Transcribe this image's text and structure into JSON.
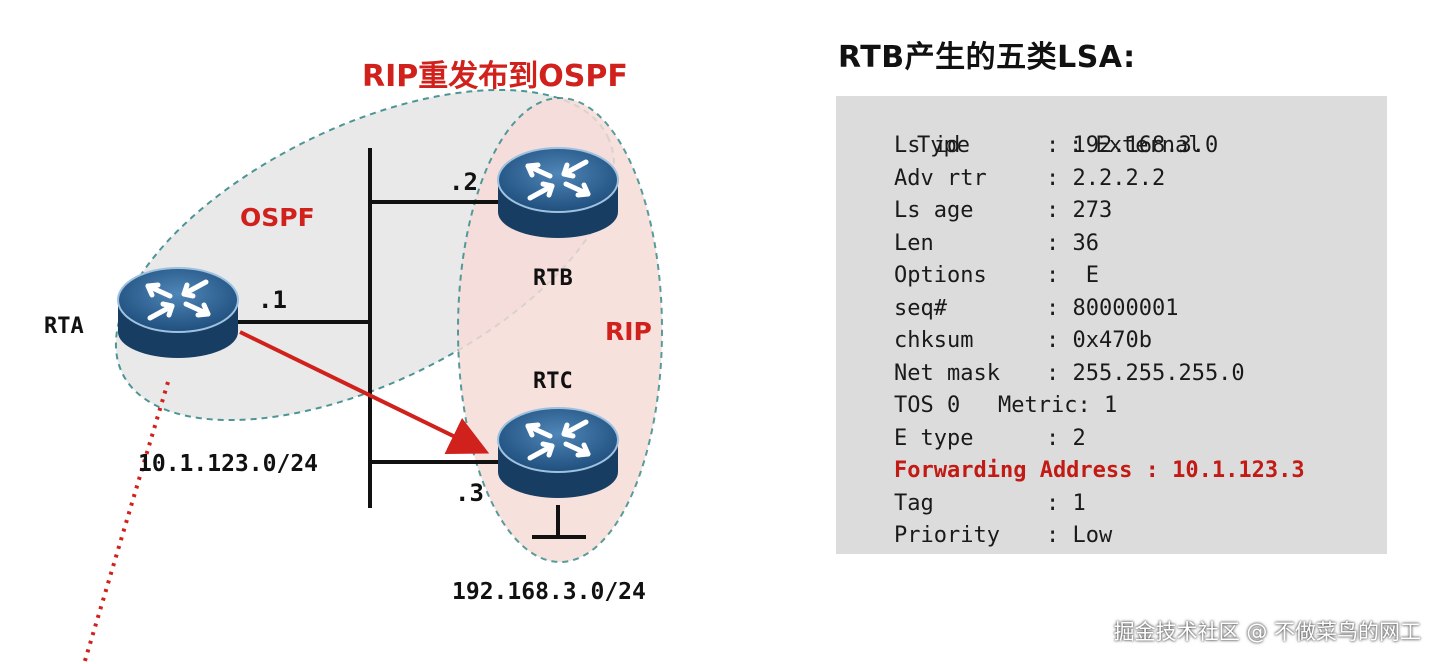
{
  "diagram": {
    "title": "RIP重发布到OSPF",
    "area_ospf": "OSPF",
    "area_rip": "RIP",
    "routers": {
      "rta": "RTA",
      "rtb": "RTB",
      "rtc": "RTC"
    },
    "interfaces": {
      "rta": ".1",
      "rtb": ".2",
      "rtc": ".3"
    },
    "networks": {
      "shared": "10.1.123.0/24",
      "stub": "192.168.3.0/24"
    },
    "colors": {
      "accent": "#d0211c",
      "ospf_area_fill": "#e7e7e7",
      "rip_area_fill": "#f6dcd8",
      "area_border": "#3a8a8a",
      "router_body": "#1f4f7d"
    }
  },
  "lsa": {
    "heading": "RTB产生的五类LSA:",
    "type_line": {
      "key": "Type",
      "sep": ": ",
      "value": "External"
    },
    "fields": [
      {
        "key": "Ls id",
        "value": ": 192.168.3.0",
        "highlight": false
      },
      {
        "key": "Adv rtr",
        "value": ": 2.2.2.2",
        "highlight": false
      },
      {
        "key": "Ls age",
        "value": ": 273",
        "highlight": false
      },
      {
        "key": "Len",
        "value": ": 36",
        "highlight": false
      },
      {
        "key": "Options",
        "value": ":  E",
        "highlight": false
      },
      {
        "key": "seq#",
        "value": ": 80000001",
        "highlight": false
      },
      {
        "key": "chksum",
        "value": ": 0x470b",
        "highlight": false
      },
      {
        "key": "Net mask",
        "value": ": 255.255.255.0",
        "highlight": false
      },
      {
        "key": "TOS 0",
        "value": "Metric: 1",
        "highlight": false
      },
      {
        "key": "E type",
        "value": ": 2",
        "highlight": false
      },
      {
        "key": "Forwarding Address",
        "value": " : 10.1.123.3",
        "highlight": true
      },
      {
        "key": "Tag",
        "value": ": 1",
        "highlight": false
      },
      {
        "key": "Priority",
        "value": ": Low",
        "highlight": false
      }
    ]
  },
  "watermark": "掘金技术社区 @ 不做菜鸟的网工"
}
